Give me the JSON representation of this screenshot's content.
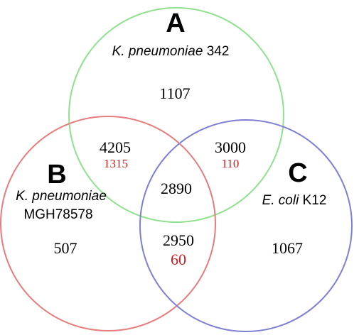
{
  "sets": {
    "a": {
      "letter": "A",
      "species_italic": "K. pneumoniae",
      "species_rest": " 342",
      "color": "#8ee28e"
    },
    "b": {
      "letter": "B",
      "species_line1": "K. pneumoniae",
      "species_line2": "MGH78578",
      "color": "#e67c7c"
    },
    "c": {
      "letter": "C",
      "species_italic": "E. coli",
      "species_rest": " K12",
      "color": "#7f7fd6"
    }
  },
  "regions": {
    "a_only": "1107",
    "b_only": "507",
    "c_only": "1067",
    "ab": "4205",
    "ab_extra": "1315",
    "ac": "3000",
    "ac_extra": "110",
    "bc": "2950",
    "bc_extra": "60",
    "abc": "2890"
  },
  "extra_color": "#cc1f1f"
}
